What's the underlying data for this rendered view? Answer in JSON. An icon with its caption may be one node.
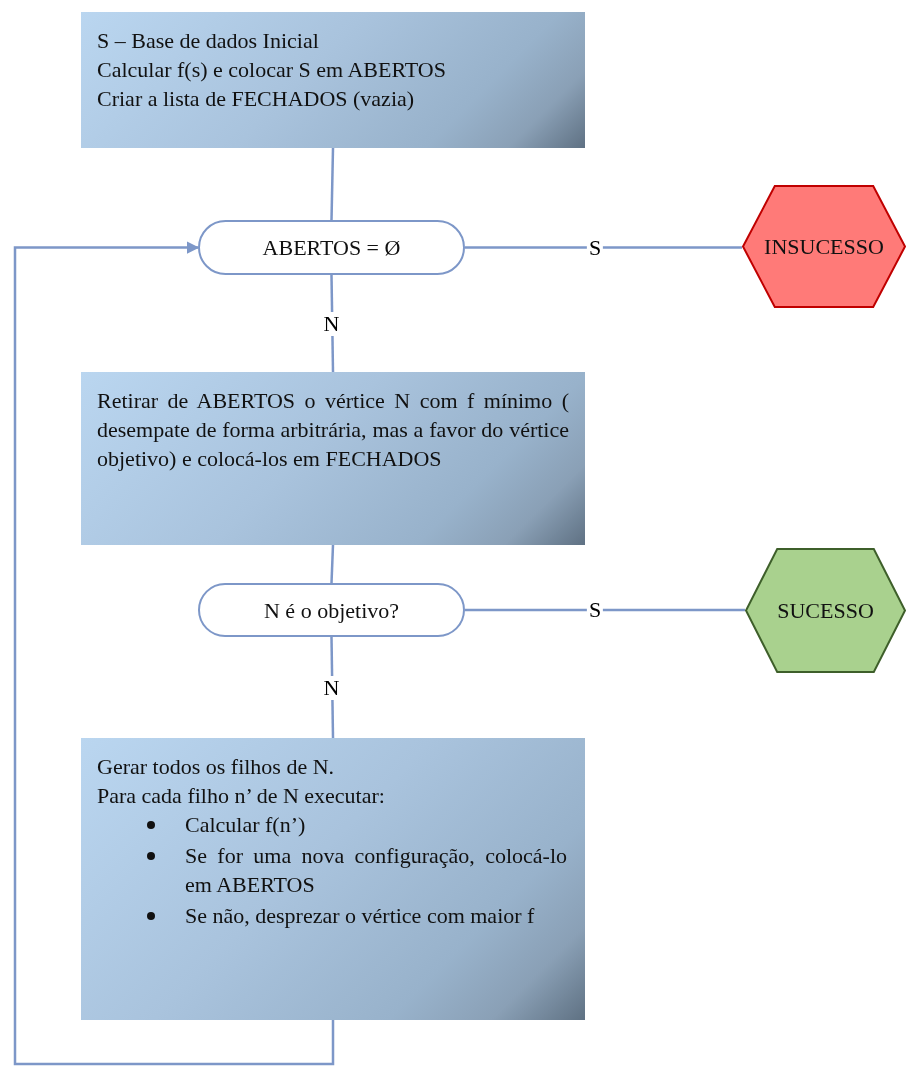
{
  "diagram": {
    "nodes": [
      {
        "text": [
          "S – Base de dados Inicial",
          "Calcular f(s) e colocar S em ABERTOS",
          "Criar a lista de FECHADOS (vazia)"
        ]
      },
      {
        "text": [
          "ABERTOS = Ø"
        ]
      },
      {
        "text": [
          "INSUCESSO"
        ]
      },
      {
        "text": [
          "Retirar de ABERTOS o vértice N com f mínimo ( desempate de forma arbitrária, mas a favor do vértice objetivo) e colocá-los em FECHADOS"
        ]
      },
      {
        "text": [
          "N é o objetivo?"
        ]
      },
      {
        "text": [
          "SUCESSO"
        ]
      },
      {
        "text": [
          "Gerar todos os filhos de N.",
          "Para cada filho n’ de N executar:",
          "Calcular f(n’)",
          "Se for uma nova configuração, colocá-lo em ABERTOS",
          "Se não, desprezar o vértice com maior f"
        ]
      }
    ],
    "edges": [
      {
        "from": 0,
        "to": 1,
        "arrow": "none"
      },
      {
        "from": 1,
        "to": 2,
        "arrow": "none",
        "label": "S"
      },
      {
        "from": 1,
        "to": 3,
        "arrow": "none",
        "label": "N"
      },
      {
        "from": 3,
        "to": 4,
        "arrow": "none"
      },
      {
        "from": 4,
        "to": 5,
        "arrow": "none",
        "label": "S"
      },
      {
        "from": 4,
        "to": 6,
        "arrow": "none",
        "label": "N"
      },
      {
        "from": 6,
        "to": 1,
        "arrow": "to"
      }
    ]
  }
}
